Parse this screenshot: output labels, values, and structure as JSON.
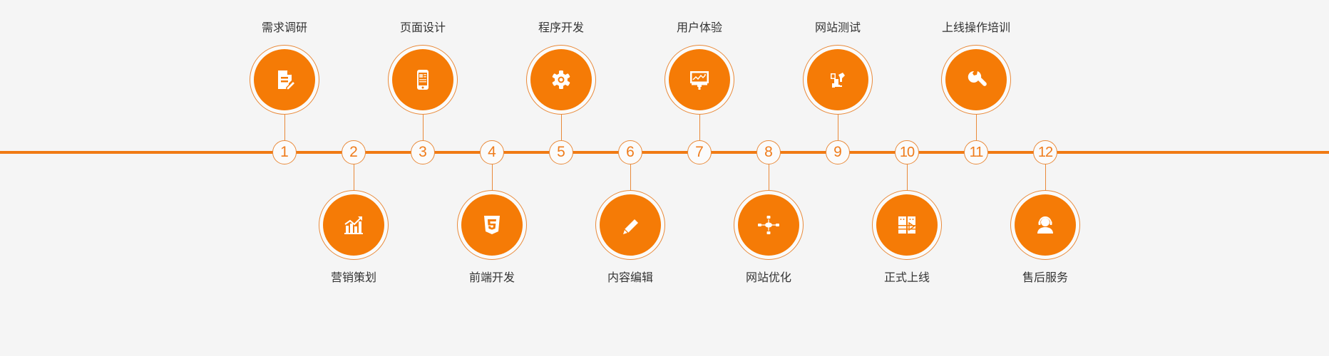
{
  "colors": {
    "accent": "#f57b06",
    "line": "#f07a13",
    "ring": "#e98a3a",
    "background": "#f5f5f5",
    "text": "#333333"
  },
  "steps": [
    {
      "number": "1",
      "label": "需求调研",
      "position": "top",
      "icon": "document-edit-icon"
    },
    {
      "number": "2",
      "label": "营销策划",
      "position": "bottom",
      "icon": "growth-chart-icon"
    },
    {
      "number": "3",
      "label": "页面设计",
      "position": "top",
      "icon": "mobile-phone-icon"
    },
    {
      "number": "4",
      "label": "前端开发",
      "position": "bottom",
      "icon": "html5-icon"
    },
    {
      "number": "5",
      "label": "程序开发",
      "position": "top",
      "icon": "gear-icon"
    },
    {
      "number": "6",
      "label": "内容编辑",
      "position": "bottom",
      "icon": "pencil-icon"
    },
    {
      "number": "7",
      "label": "用户体验",
      "position": "top",
      "icon": "presentation-board-icon"
    },
    {
      "number": "8",
      "label": "网站优化",
      "position": "bottom",
      "icon": "network-nodes-icon"
    },
    {
      "number": "9",
      "label": "网站测试",
      "position": "top",
      "icon": "testing-tools-icon"
    },
    {
      "number": "10",
      "label": "正式上线",
      "position": "bottom",
      "icon": "server-launch-icon"
    },
    {
      "number": "11",
      "label": "上线操作培训",
      "position": "top",
      "icon": "wrench-icon"
    },
    {
      "number": "12",
      "label": "售后服务",
      "position": "bottom",
      "icon": "headset-support-icon"
    }
  ]
}
